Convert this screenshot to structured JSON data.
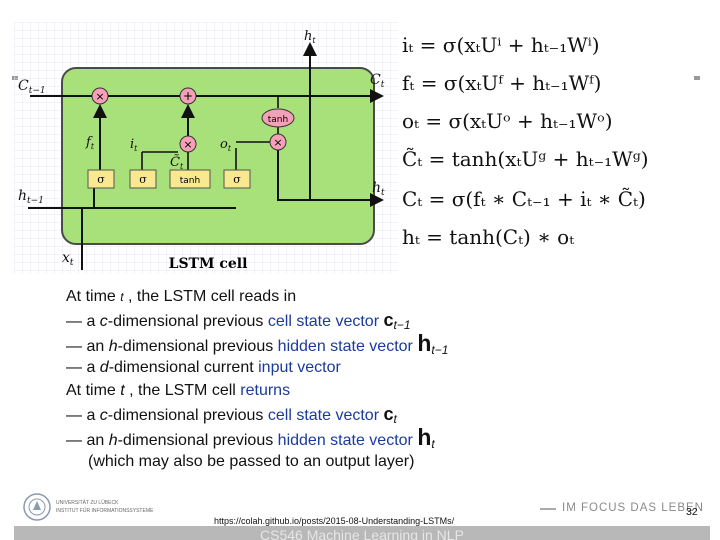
{
  "diagram": {
    "labels": {
      "ht_top": "h",
      "ht_top_sub": "t",
      "c_prev": "C",
      "c_prev_sub": "t−1",
      "c_next": "C",
      "c_next_sub": "t",
      "h_prev": "h",
      "h_prev_sub": "t−1",
      "h_next": "h",
      "h_next_sub": "t",
      "x_in": "x",
      "x_in_sub": "t",
      "f_gate": "f",
      "f_gate_sub": "t",
      "i_gate": "i",
      "i_gate_sub": "t",
      "o_gate": "o",
      "o_gate_sub": "t",
      "c_tilde": "C̃",
      "c_tilde_sub": "t",
      "op_mul": "×",
      "op_add": "+",
      "sigma": "σ",
      "tanh": "tanh",
      "caption": "LSTM cell"
    },
    "colors": {
      "cell_fill": "#a8e07a",
      "cell_border": "#4a4a4a",
      "node_fill": "#f5a0b8",
      "layer_fill": "#f8e890",
      "bg_grid": "#e4e4f0"
    }
  },
  "equations": {
    "eq1": "iₜ = σ(xₜUⁱ + hₜ₋₁Wⁱ)",
    "eq2": "fₜ = σ(xₜUᶠ + hₜ₋₁Wᶠ)",
    "eq3": "oₜ = σ(xₜUᵒ + hₜ₋₁Wᵒ)",
    "eq4": "C̃ₜ = tanh(xₜUᵍ + hₜ₋₁Wᵍ)",
    "eq5": "Cₜ = σ(fₜ ∗ Cₜ₋₁ + iₜ ∗ C̃ₜ)",
    "eq6": "hₜ = tanh(Cₜ) ∗ oₜ"
  },
  "text": {
    "l1_a": "At time ",
    "l1_t": "t",
    "l1_b": " , the LSTM cell reads in",
    "l2_a": "— a ",
    "l2_c": "c",
    "l2_b": "-dimensional previous ",
    "l2_blue": "cell state vector ",
    "l2_sym": "c",
    "l2_sub": "t−1",
    "l3_a": "— an ",
    "l3_h": "h",
    "l3_b": "-dimensional previous ",
    "l3_blue": "hidden state vector ",
    "l3_sym": "h",
    "l3_sub": "t−1",
    "l4_a": "— a ",
    "l4_d": "d",
    "l4_b": "-dimensional current ",
    "l4_blue": "input vector",
    "l5_a": "At time ",
    "l5_t": "t",
    "l5_b": " , the LSTM cell ",
    "l5_blue": "returns",
    "l6_a": "— a ",
    "l6_c": "c",
    "l6_b": "-dimensional previous ",
    "l6_blue": "cell state vector ",
    "l6_sym": "c",
    "l6_sub": "t",
    "l7_a": "— an ",
    "l7_h": "h",
    "l7_b": "-dimensional previous ",
    "l7_blue": "hidden state vector ",
    "l7_sym": "h",
    "l7_sub": "t",
    "l8": "(which may also be passed to an output layer)"
  },
  "footer": {
    "logo_line1": "UNIVERSITÄT ZU LÜBECK",
    "logo_line2": "INSTITUT FÜR INFORMATIONSSYSTEME",
    "url": "https://colah.github.io/posts/2015-08-Understanding-LSTMs/",
    "focus": "IM FOCUS DAS LEBEN",
    "page": "32",
    "course": "CS546 Machine Learning in NLP"
  }
}
